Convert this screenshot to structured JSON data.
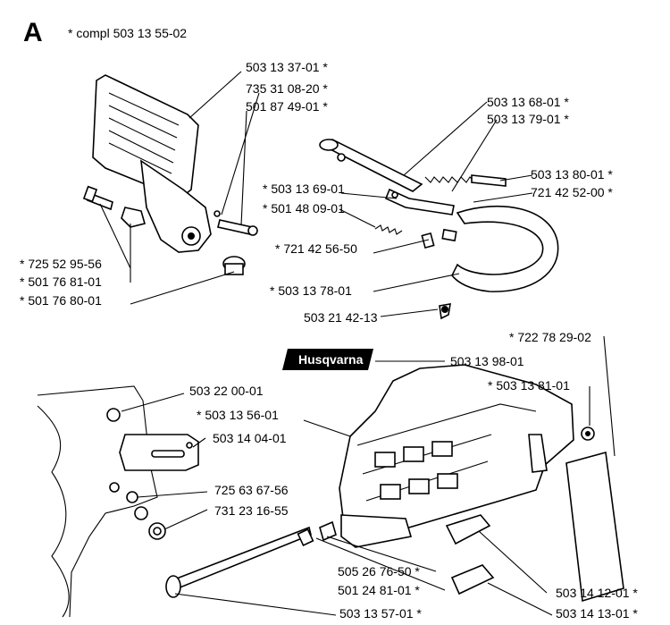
{
  "diagram": {
    "section_letter": "A",
    "assembly_note": "* compl 503 13 55-02",
    "brand_label": "Husqvarna",
    "parts": [
      {
        "id": "p01",
        "number": "503 13 37-01",
        "star": "*"
      },
      {
        "id": "p02",
        "number": "735 31 08-20",
        "star": "*"
      },
      {
        "id": "p03",
        "number": "501 87 49-01",
        "star": "*"
      },
      {
        "id": "p04",
        "number": "725 52 95-56",
        "star": "*"
      },
      {
        "id": "p05",
        "number": "501 76 81-01",
        "star": "*"
      },
      {
        "id": "p06",
        "number": "501 76 80-01",
        "star": "*"
      },
      {
        "id": "p07",
        "number": "503 13 68-01",
        "star": "*"
      },
      {
        "id": "p08",
        "number": "503 13 79-01",
        "star": "*"
      },
      {
        "id": "p09",
        "number": "503 13 80-01",
        "star": "*"
      },
      {
        "id": "p10",
        "number": "503 13 69-01",
        "star": "*"
      },
      {
        "id": "p11",
        "number": "721 42 52-00",
        "star": "*"
      },
      {
        "id": "p12",
        "number": "501 48 09-01",
        "star": "*"
      },
      {
        "id": "p13",
        "number": "721 42 56-50",
        "star": "*"
      },
      {
        "id": "p14",
        "number": "503 13 78-01",
        "star": "*"
      },
      {
        "id": "p15",
        "number": "503 21 42-13",
        "star": ""
      },
      {
        "id": "p16",
        "number": "722 78 29-02",
        "star": "*"
      },
      {
        "id": "p17",
        "number": "503 13 98-01",
        "star": ""
      },
      {
        "id": "p18",
        "number": "503 13 81-01",
        "star": "*"
      },
      {
        "id": "p19",
        "number": "503 22 00-01",
        "star": ""
      },
      {
        "id": "p20",
        "number": "503 13 56-01",
        "star": "*"
      },
      {
        "id": "p21",
        "number": "503 14 04-01",
        "star": ""
      },
      {
        "id": "p22",
        "number": "725 63 67-56",
        "star": ""
      },
      {
        "id": "p23",
        "number": "731 23 16-55",
        "star": ""
      },
      {
        "id": "p24",
        "number": "505 26 76-50",
        "star": "*"
      },
      {
        "id": "p25",
        "number": "501 24 81-01",
        "star": "*"
      },
      {
        "id": "p26",
        "number": "503 14 12-01",
        "star": "*"
      },
      {
        "id": "p27",
        "number": "503 13 57-01",
        "star": "*"
      },
      {
        "id": "p28",
        "number": "503 14 13-01",
        "star": "*"
      }
    ]
  }
}
